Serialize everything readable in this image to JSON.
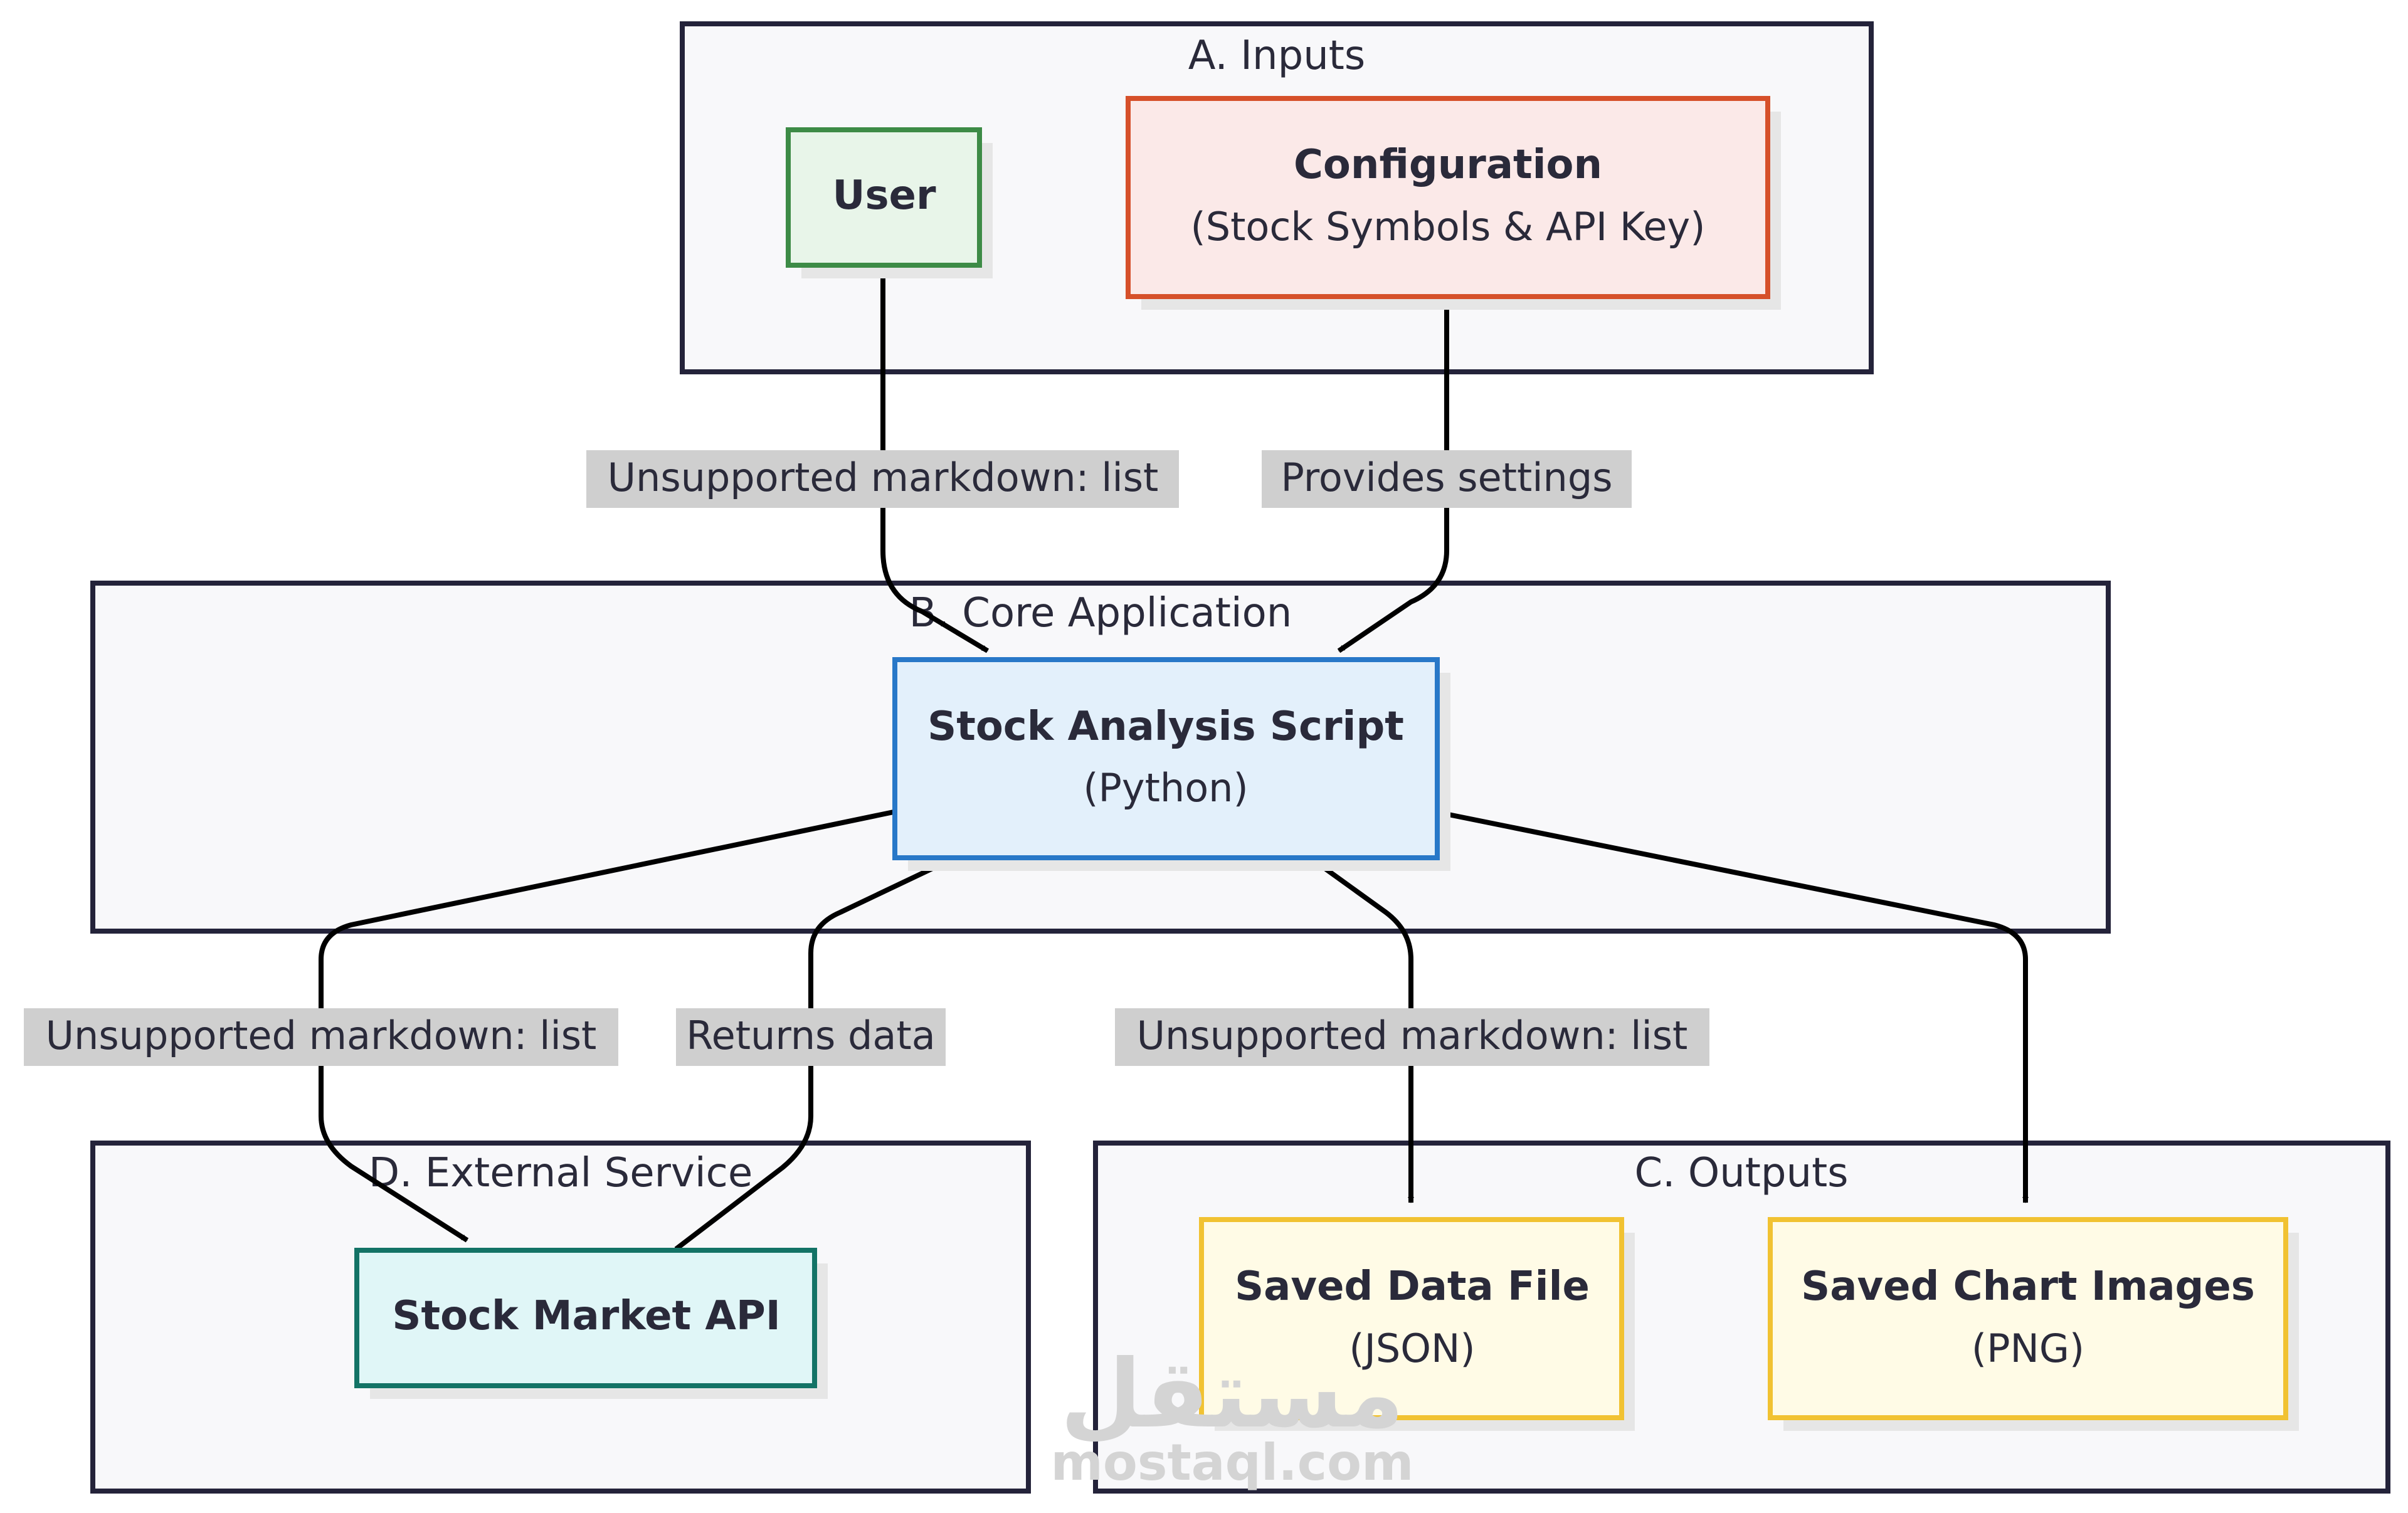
{
  "groups": {
    "inputs": {
      "title": "A. Inputs"
    },
    "core": {
      "title": "B. Core Application"
    },
    "outputs": {
      "title": "C. Outputs"
    },
    "external": {
      "title": "D. External Service"
    }
  },
  "nodes": {
    "user": {
      "title": "User",
      "color": "#3d8b46",
      "fill": "#e8f5e9"
    },
    "config": {
      "title": "Configuration",
      "subtitle": "(Stock Symbols & API Key)",
      "color": "#d6502a",
      "fill": "#fbe9e8"
    },
    "script": {
      "title": "Stock Analysis Script",
      "subtitle": "(Python)",
      "color": "#2878c8",
      "fill": "#e3f0fb"
    },
    "api": {
      "title": "Stock Market API",
      "color": "#137366",
      "fill": "#e0f6f7"
    },
    "data_file": {
      "title": "Saved Data File",
      "subtitle": "(JSON)",
      "color": "#f1c232",
      "fill": "#fffbe6"
    },
    "charts": {
      "title": "Saved Chart Images",
      "subtitle": "(PNG)",
      "color": "#f1c232",
      "fill": "#fffbe6"
    }
  },
  "edges": {
    "user_to_script": "Unsupported markdown: list",
    "config_to_script": "Provides settings",
    "script_to_api": "Unsupported markdown: list",
    "api_to_script": "Returns data",
    "script_to_outputs": "Unsupported markdown: list"
  },
  "watermark": {
    "arabic": "مستقل",
    "latin": "mostaql.com"
  }
}
